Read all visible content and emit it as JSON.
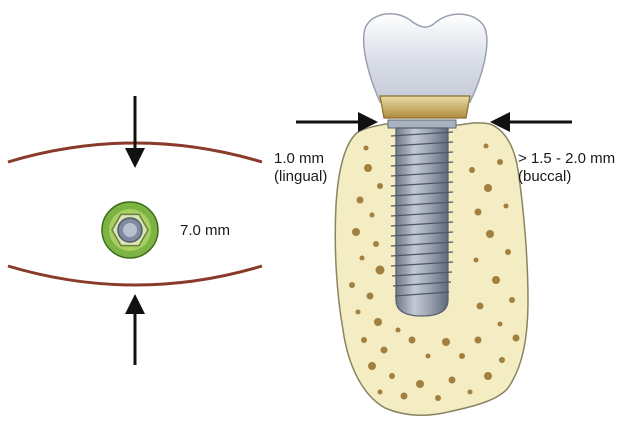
{
  "labels": {
    "implant_diameter": "7.0 mm",
    "lingual_measure": "1.0 mm",
    "lingual_side": "(lingual)",
    "buccal_measure": "> 1.5 - 2.0 mm",
    "buccal_side": "(buccal)"
  },
  "colors": {
    "ridge_line": "#8a3a2a",
    "bone_fill": "#f4ecc2",
    "bone_outline": "#8a8460",
    "bone_pores": "#a27f3f",
    "implant_metal": "#8d97a6",
    "abutment_gold": "#c9a75a",
    "crown": "#dfe3ee",
    "implant_ring": "#7cb342",
    "arrow": "#111111"
  },
  "icons": [
    "arrow-down-icon",
    "arrow-up-icon",
    "arrow-right-icon",
    "arrow-left-icon",
    "hex-abutment-icon"
  ]
}
